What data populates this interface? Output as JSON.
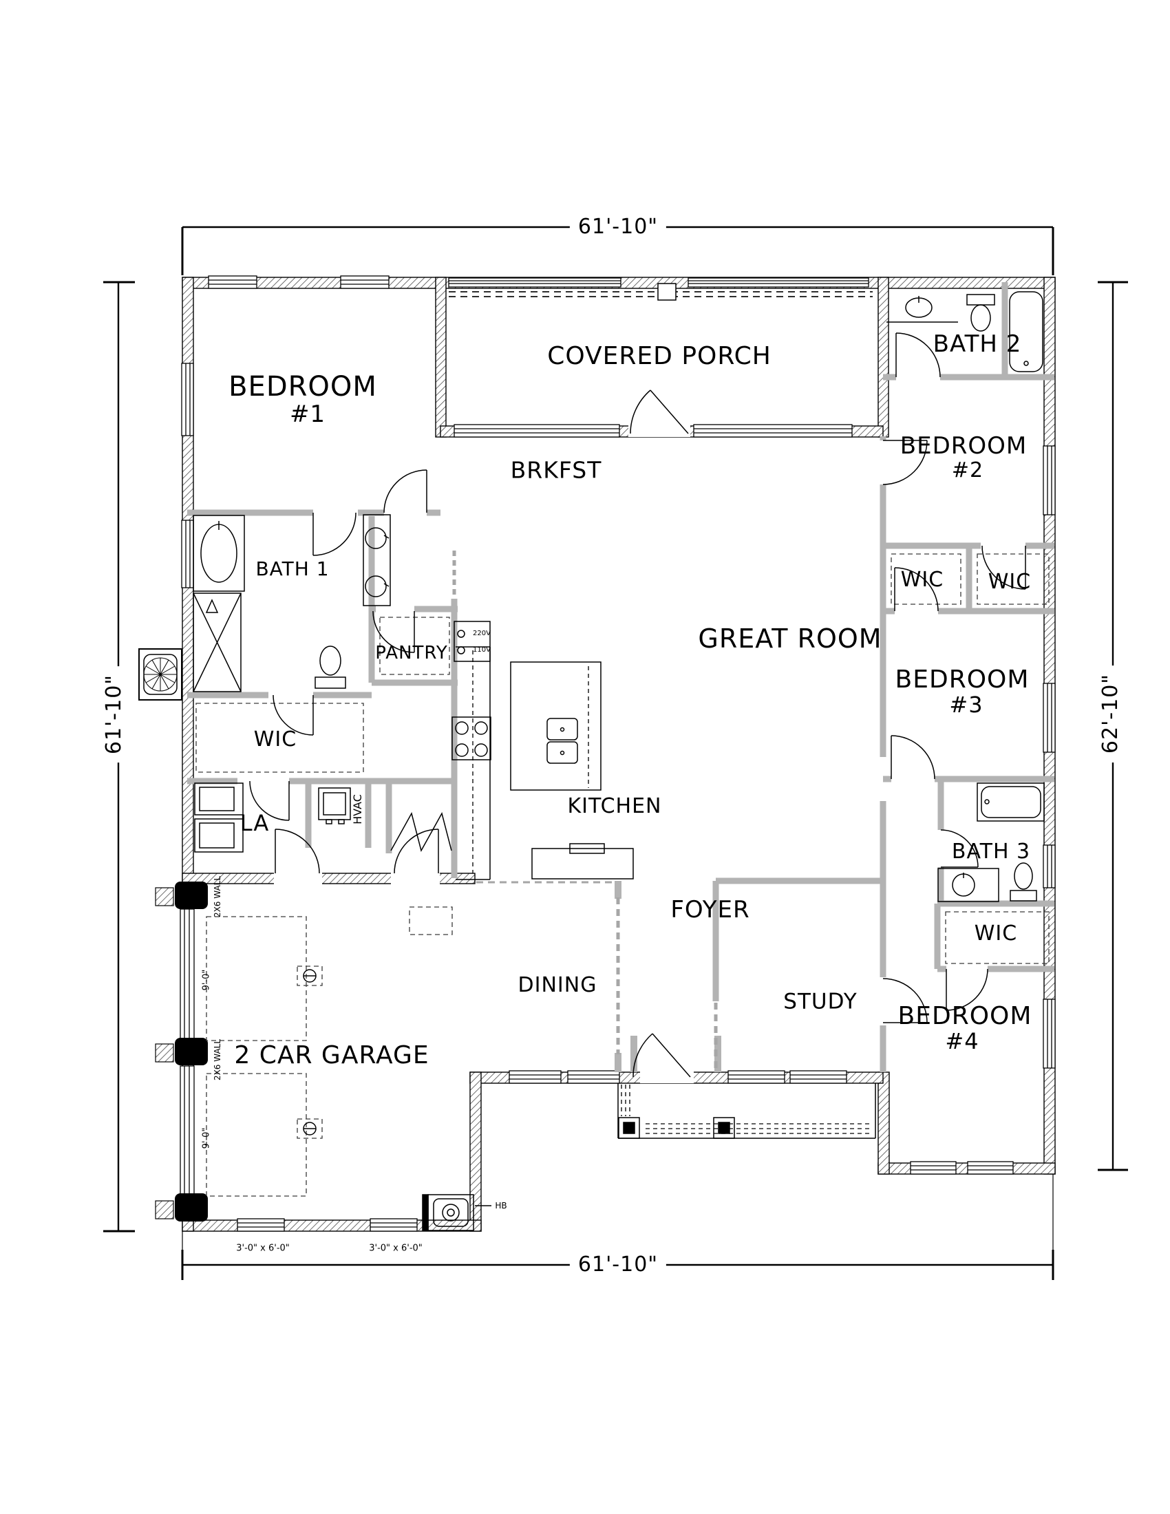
{
  "plan": {
    "dimensions": {
      "top": "61'-10\"",
      "bottom": "61'-10\"",
      "left": "61'-10\"",
      "right": "62'-10\""
    },
    "rooms": {
      "bedroom1": {
        "name": "BEDROOM",
        "number": "#1"
      },
      "covered_porch": {
        "name": "COVERED PORCH"
      },
      "brkfst": {
        "name": "BRKFST"
      },
      "bath1": {
        "name": "BATH 1"
      },
      "pantry": {
        "name": "PANTRY"
      },
      "wic_hall": {
        "name": "WIC"
      },
      "laundry": {
        "name": "LA"
      },
      "hvac": {
        "name": "HVAC"
      },
      "kitchen": {
        "name": "KITCHEN"
      },
      "great_room": {
        "name": "GREAT ROOM"
      },
      "bath2": {
        "name": "BATH 2"
      },
      "bedroom2": {
        "name": "BEDROOM",
        "number": "#2"
      },
      "wic_bedroom2_left": {
        "name": "WIC"
      },
      "wic_bedroom2_right": {
        "name": "WIC"
      },
      "bedroom3": {
        "name": "BEDROOM",
        "number": "#3"
      },
      "bath3": {
        "name": "BATH 3"
      },
      "wic_bedroom4": {
        "name": "WIC"
      },
      "foyer": {
        "name": "FOYER"
      },
      "dining": {
        "name": "DINING"
      },
      "study": {
        "name": "STUDY"
      },
      "bedroom4": {
        "name": "BEDROOM",
        "number": "#4"
      },
      "garage": {
        "name": "2 CAR GARAGE"
      }
    },
    "annotations": {
      "oven_power_220": "220V",
      "oven_power_110": "110V",
      "garage_wall_note_1": "2X6 WALL",
      "garage_wall_note_2": "2X6 WALL",
      "garage_door_width_1": "9'-0\"",
      "garage_door_width_2": "9'-0\"",
      "garage_window_size_1": "3'-0\" x 6'-0\"",
      "garage_window_size_2": "3'-0\" x 6'-0\"",
      "hose_bib": "HB"
    }
  }
}
